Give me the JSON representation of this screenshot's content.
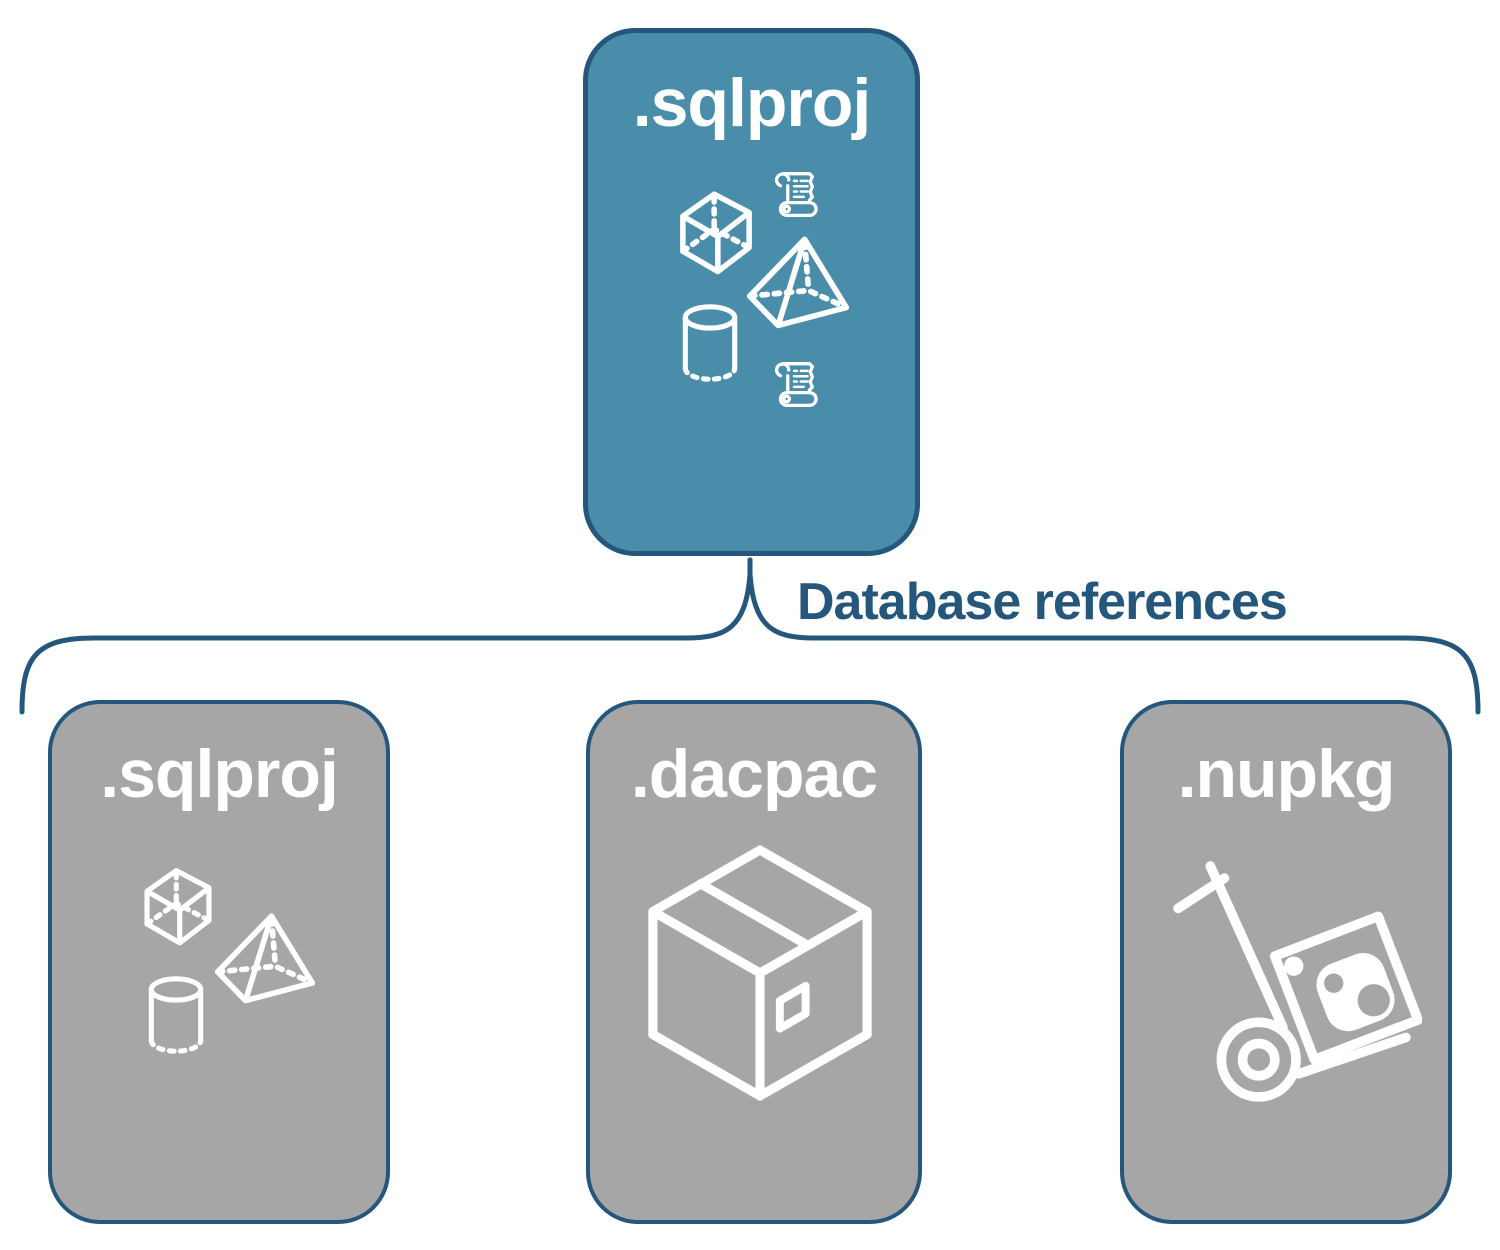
{
  "diagram": {
    "colors": {
      "background": "#FFFFFF",
      "root_fill": "#4A8DAB",
      "child_fill": "#A6A6A6",
      "outline": "#25577C",
      "icon_stroke": "#FFFFFF",
      "node_label_text": "#FFFFFF",
      "connector_text": "#25577C"
    },
    "root": {
      "label": ".sqlproj",
      "icons": [
        "scroll-icon",
        "cube-icon",
        "pyramid-icon",
        "cylinder-icon",
        "scroll-icon"
      ]
    },
    "connector": {
      "label": "Database references"
    },
    "children": [
      {
        "label": ".sqlproj",
        "icons": [
          "cube-icon",
          "pyramid-icon",
          "cylinder-icon"
        ]
      },
      {
        "label": ".dacpac",
        "icons": [
          "package-icon"
        ]
      },
      {
        "label": ".nupkg",
        "icons": [
          "nuget-hand-truck-icon"
        ]
      }
    ]
  }
}
